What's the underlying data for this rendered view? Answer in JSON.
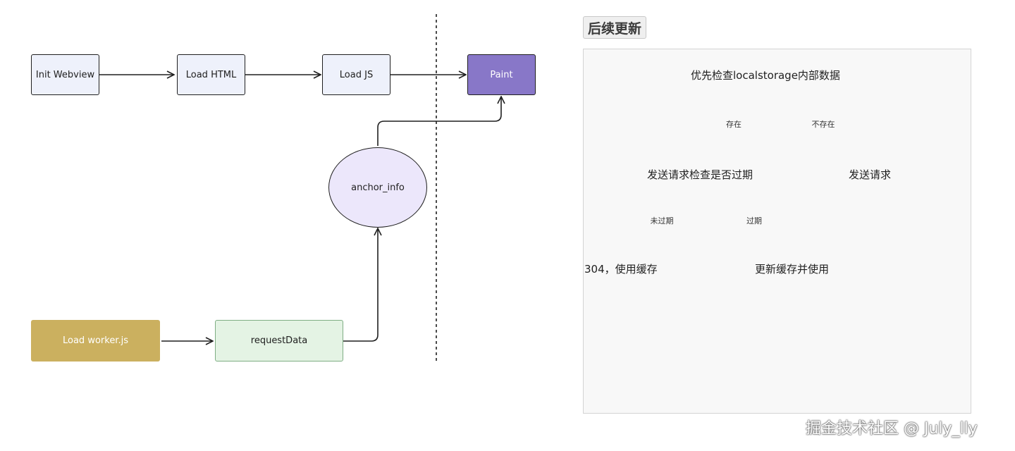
{
  "flow": {
    "init_webview": "Init Webview",
    "load_html": "Load HTML",
    "load_js": "Load JS",
    "paint": "Paint",
    "anchor_info": "anchor_info",
    "load_worker": "Load worker.js",
    "request_data": "requestData"
  },
  "panel": {
    "title": "后续更新",
    "root": "优先检查localstorage内部数据",
    "exists_label": "存在",
    "not_exists_label": "不存在",
    "check_expiry": "发送请求检查是否过期",
    "send_request": "发送请求",
    "not_expired_label": "未过期",
    "expired_label": "过期",
    "use_cache": "304，使用缓存",
    "update_cache": "更新缓存并使用"
  },
  "watermark": "掘金技术社区 @ July_lly",
  "colors": {
    "stroke": "#1f1f1f",
    "blue_fill": "#eef1fb",
    "purple_fill": "#8877c8",
    "gold_fill": "#cbb05f",
    "green_fill": "#e4f3e4",
    "green_stroke": "#7fae84",
    "ellipse_fill": "#ece7fb"
  }
}
